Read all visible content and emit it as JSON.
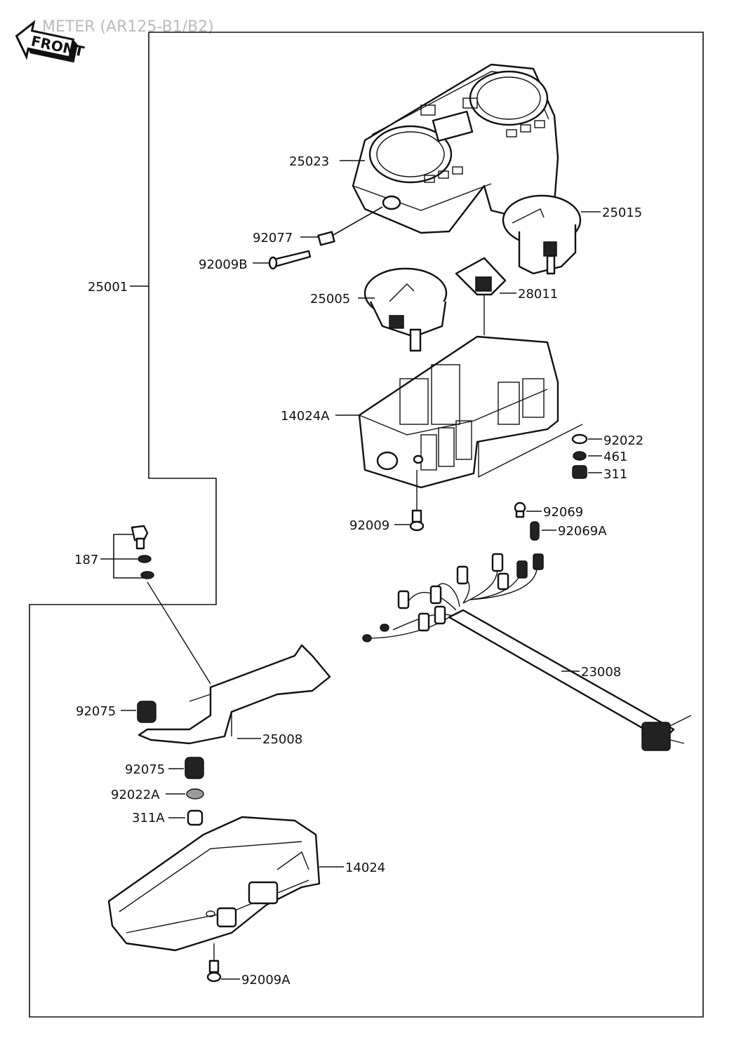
{
  "header_text": "METER (AR125-B1/B2)",
  "front_badge": "FRONT",
  "parts": {
    "p25023": "25023",
    "p25015": "25015",
    "p92077": "92077",
    "p92009B": "92009B",
    "p25001": "25001",
    "p25005": "25005",
    "p28011": "28011",
    "p14024A": "14024A",
    "p92022": "92022",
    "p461": "461",
    "p311": "311",
    "p92009": "92009",
    "p92069": "92069",
    "p92069A": "92069A",
    "p187": "187",
    "p23008": "23008",
    "p92075a": "92075",
    "p25008": "25008",
    "p92075b": "92075",
    "p92022A": "92022A",
    "p311A": "311A",
    "p14024": "14024",
    "p92009A": "92009A"
  }
}
